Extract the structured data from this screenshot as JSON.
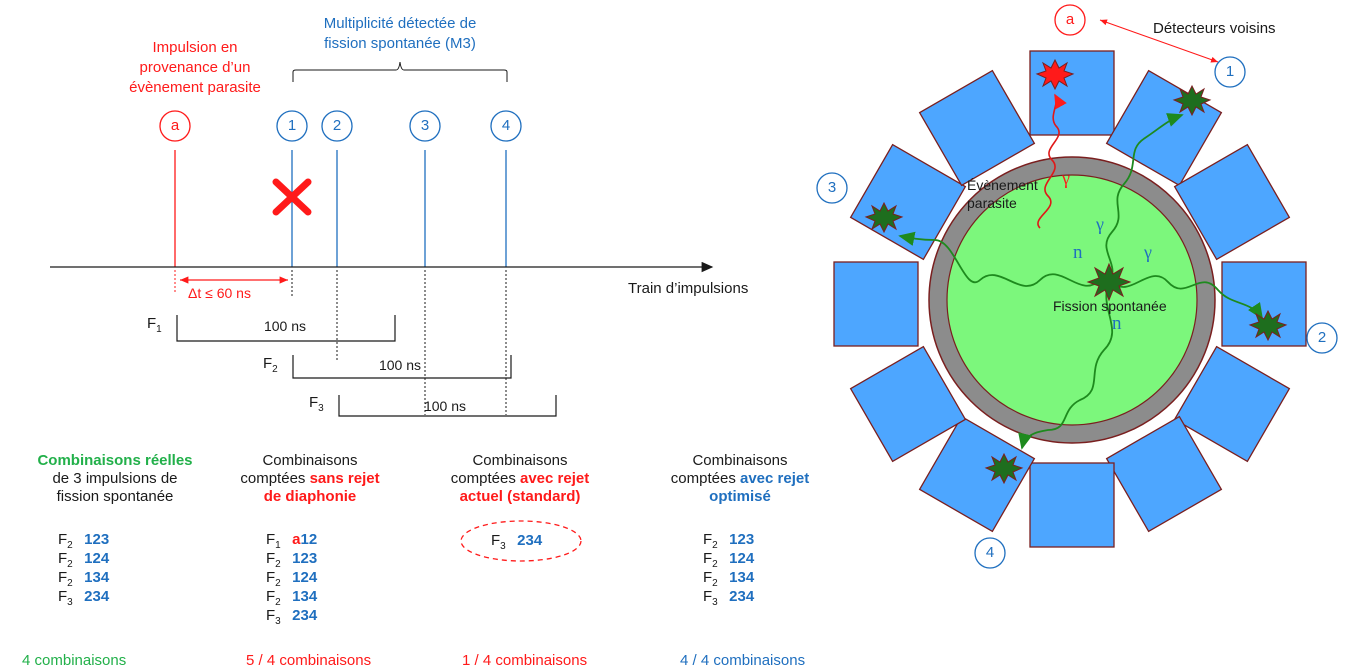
{
  "timing": {
    "parasite_label_line1": "Impulsion en",
    "parasite_label_line2": "provenance d’un",
    "parasite_label_line3": "évènement parasite",
    "multiplicity_line1": "Multiplicité détectée de",
    "multiplicity_line2": "fission spontanée (M3)",
    "pulse_labels": [
      "a",
      "1",
      "2",
      "3",
      "4"
    ],
    "delta_t": "Δt ≤ 60 ns",
    "train_label": "Train d’impulsions",
    "windows": [
      {
        "name": "F",
        "index": "1",
        "width": "100 ns"
      },
      {
        "name": "F",
        "index": "2",
        "width": "100 ns"
      },
      {
        "name": "F",
        "index": "3",
        "width": "100 ns"
      }
    ]
  },
  "columns": [
    {
      "header_parts": [
        {
          "text": "Combinaisons réelles",
          "style": "green-bold"
        },
        {
          "text": "de 3 impulsions de",
          "style": "black"
        },
        {
          "text": "fission spontanée",
          "style": "black"
        }
      ],
      "rows": [
        {
          "f": "F",
          "i": "2",
          "combo": "123"
        },
        {
          "f": "F",
          "i": "2",
          "combo": "124"
        },
        {
          "f": "F",
          "i": "2",
          "combo": "134"
        },
        {
          "f": "F",
          "i": "3",
          "combo": "234"
        }
      ],
      "total": "4 combinaisons"
    },
    {
      "header_line1": "Combinaisons",
      "header_line2_plain": "comptées ",
      "header_line2_accent": "sans rejet",
      "header_line3_accent": "de diaphonie",
      "rows": [
        {
          "f": "F",
          "i": "1",
          "prefix": "a",
          "combo": "12"
        },
        {
          "f": "F",
          "i": "2",
          "combo": "123"
        },
        {
          "f": "F",
          "i": "2",
          "combo": "124"
        },
        {
          "f": "F",
          "i": "2",
          "combo": "134"
        },
        {
          "f": "F",
          "i": "3",
          "combo": "234"
        }
      ],
      "total": "5 / 4 combinaisons"
    },
    {
      "header_line1": "Combinaisons",
      "header_line2_plain": "comptées ",
      "header_line2_accent": "avec rejet",
      "header_line3_accent": "actuel (standard)",
      "rows": [
        {
          "f": "F",
          "i": "3",
          "combo": "234"
        }
      ],
      "total": "1 / 4 combinaisons"
    },
    {
      "header_line1": "Combinaisons",
      "header_line2_plain": "comptées ",
      "header_line2_accent": "avec rejet",
      "header_line3_accent": "optimisé",
      "rows": [
        {
          "f": "F",
          "i": "2",
          "combo": "123"
        },
        {
          "f": "F",
          "i": "2",
          "combo": "124"
        },
        {
          "f": "F",
          "i": "2",
          "combo": "134"
        },
        {
          "f": "F",
          "i": "3",
          "combo": "234"
        }
      ],
      "total": "4 / 4 combinaisons"
    }
  ],
  "detector_figure": {
    "neighbours_label": "Détecteurs voisins",
    "circle_labels": [
      "a",
      "1",
      "2",
      "3",
      "4"
    ],
    "parasite_event_line1": "Évènement",
    "parasite_event_line2": "parasite",
    "fission_label": "Fission spontanée",
    "gamma_symbol": "γ",
    "neutron_symbol": "n"
  },
  "colors": {
    "red": "#ff1a1a",
    "blue": "#1f6fbf",
    "green": "#22b04a",
    "detector_fill": "#4da6ff",
    "detector_stroke": "#7a1f1f",
    "ring": "#8c8c8c",
    "core": "#7cf77c"
  }
}
